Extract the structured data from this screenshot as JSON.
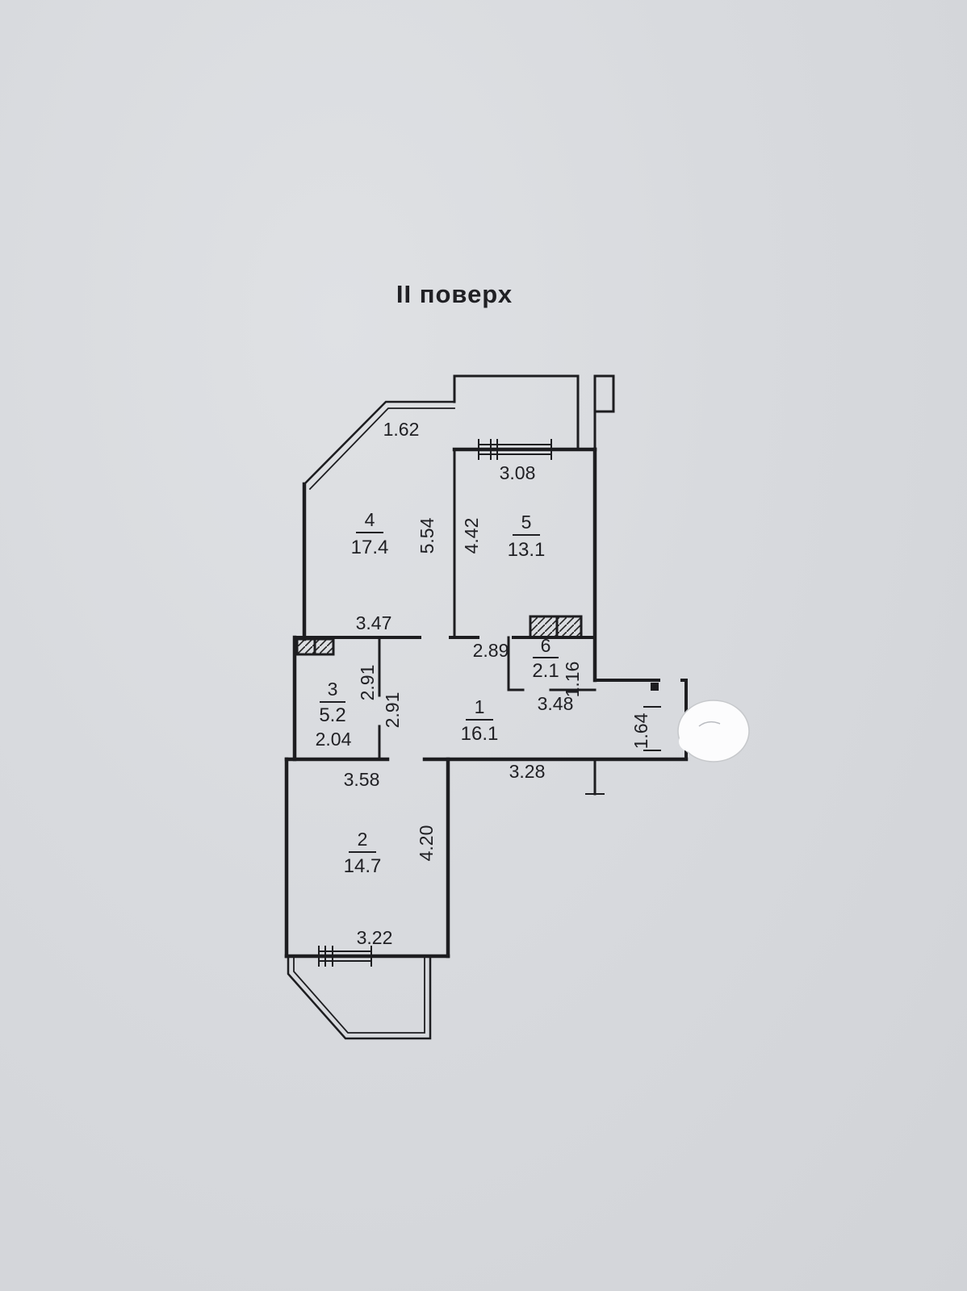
{
  "title": "ІІ поверх",
  "rooms": [
    {
      "number": "1",
      "area": "16.1"
    },
    {
      "number": "2",
      "area": "14.7"
    },
    {
      "number": "3",
      "area": "5.2"
    },
    {
      "number": "4",
      "area": "17.4"
    },
    {
      "number": "5",
      "area": "13.1"
    },
    {
      "number": "6",
      "area": "2.1"
    }
  ],
  "dimensions": {
    "balcony_edge": "1.62",
    "room5_top_width": "3.08",
    "room4_height": "5.54",
    "room5_height": "4.42",
    "room4_width": "3.47",
    "hall_top_width": "2.89",
    "room3_height": "2.91",
    "hall_left_height": "2.91",
    "room3_width": "2.04",
    "room2_top_width": "3.58",
    "room6_height": "1.16",
    "hall_mid_width": "3.48",
    "entry_height": "1.64",
    "hall_bottom_width": "3.28",
    "room2_height": "4.20",
    "room2_bottom_width": "3.22"
  }
}
